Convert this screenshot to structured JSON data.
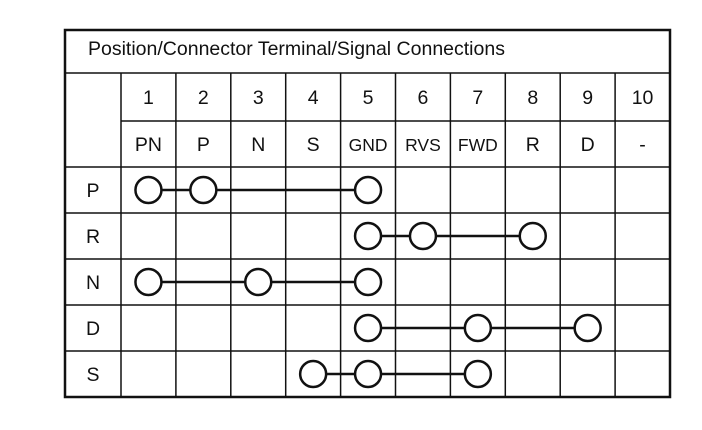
{
  "title": "Position/Connector Terminal/Signal Connections",
  "columns": [
    {
      "terminal": "1",
      "signal": "PN"
    },
    {
      "terminal": "2",
      "signal": "P"
    },
    {
      "terminal": "3",
      "signal": "N"
    },
    {
      "terminal": "4",
      "signal": "S"
    },
    {
      "terminal": "5",
      "signal": "GND"
    },
    {
      "terminal": "6",
      "signal": "RVS"
    },
    {
      "terminal": "7",
      "signal": "FWD"
    },
    {
      "terminal": "8",
      "signal": "R"
    },
    {
      "terminal": "9",
      "signal": "D"
    },
    {
      "terminal": "10",
      "signal": "-"
    }
  ],
  "rows": [
    {
      "position": "P",
      "connected_terminals": [
        1,
        2,
        5
      ]
    },
    {
      "position": "R",
      "connected_terminals": [
        5,
        6,
        8
      ]
    },
    {
      "position": "N",
      "connected_terminals": [
        1,
        3,
        5
      ]
    },
    {
      "position": "D",
      "connected_terminals": [
        5,
        7,
        9
      ]
    },
    {
      "position": "S",
      "connected_terminals": [
        4,
        5,
        7
      ]
    }
  ],
  "colors": {
    "line": "#111111",
    "background": "#ffffff"
  }
}
